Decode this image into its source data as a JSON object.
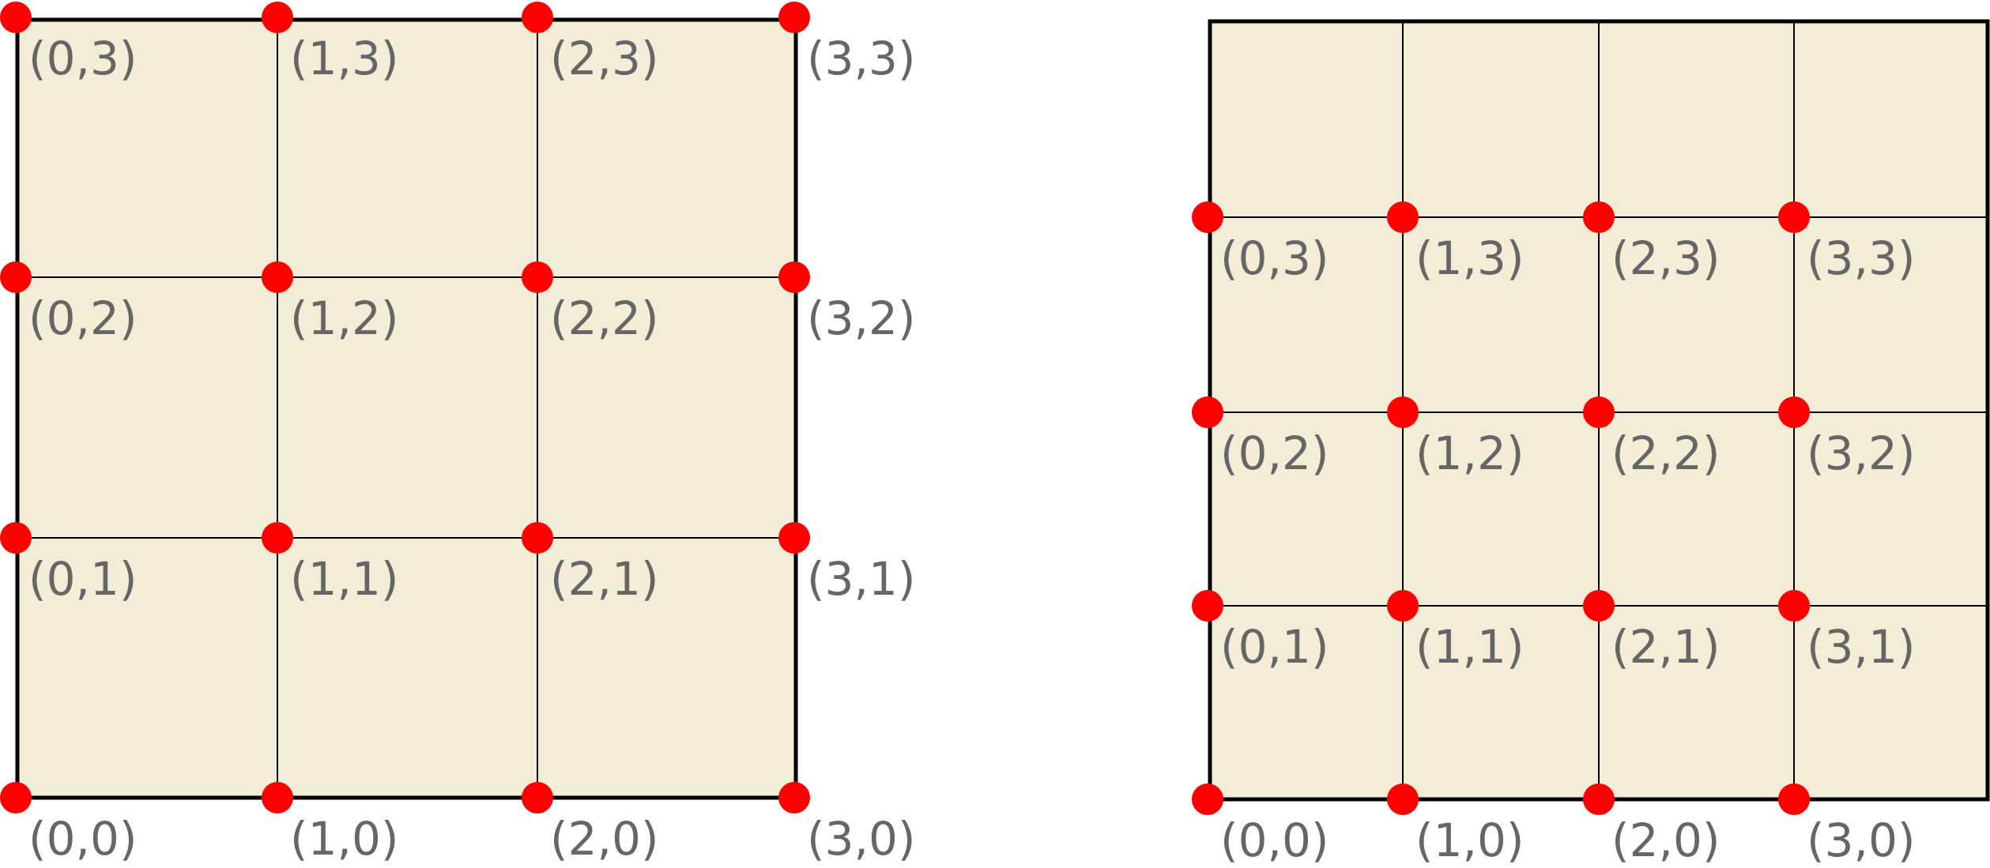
{
  "colors": {
    "panel_fill": "#f3ecd6",
    "grid_line": "#000000",
    "node": "#ff0000",
    "label": "#666666"
  },
  "diagrams": [
    {
      "id": "left",
      "nodes": [
        {
          "i": 0,
          "j": 0,
          "label": "(0,0)"
        },
        {
          "i": 1,
          "j": 0,
          "label": "(1,0)"
        },
        {
          "i": 2,
          "j": 0,
          "label": "(2,0)"
        },
        {
          "i": 3,
          "j": 0,
          "label": "(3,0)"
        },
        {
          "i": 0,
          "j": 1,
          "label": "(0,1)"
        },
        {
          "i": 1,
          "j": 1,
          "label": "(1,1)"
        },
        {
          "i": 2,
          "j": 1,
          "label": "(2,1)"
        },
        {
          "i": 3,
          "j": 1,
          "label": "(3,1)"
        },
        {
          "i": 0,
          "j": 2,
          "label": "(0,2)"
        },
        {
          "i": 1,
          "j": 2,
          "label": "(1,2)"
        },
        {
          "i": 2,
          "j": 2,
          "label": "(2,2)"
        },
        {
          "i": 3,
          "j": 2,
          "label": "(3,2)"
        },
        {
          "i": 0,
          "j": 3,
          "label": "(0,3)"
        },
        {
          "i": 1,
          "j": 3,
          "label": "(1,3)"
        },
        {
          "i": 2,
          "j": 3,
          "label": "(2,3)"
        },
        {
          "i": 3,
          "j": 3,
          "label": "(3,3)"
        }
      ]
    },
    {
      "id": "right",
      "nodes": [
        {
          "i": 0,
          "j": 0,
          "label": "(0,0)"
        },
        {
          "i": 1,
          "j": 0,
          "label": "(1,0)"
        },
        {
          "i": 2,
          "j": 0,
          "label": "(2,0)"
        },
        {
          "i": 3,
          "j": 0,
          "label": "(3,0)"
        },
        {
          "i": 0,
          "j": 1,
          "label": "(0,1)"
        },
        {
          "i": 1,
          "j": 1,
          "label": "(1,1)"
        },
        {
          "i": 2,
          "j": 1,
          "label": "(2,1)"
        },
        {
          "i": 3,
          "j": 1,
          "label": "(3,1)"
        },
        {
          "i": 0,
          "j": 2,
          "label": "(0,2)"
        },
        {
          "i": 1,
          "j": 2,
          "label": "(1,2)"
        },
        {
          "i": 2,
          "j": 2,
          "label": "(2,2)"
        },
        {
          "i": 3,
          "j": 2,
          "label": "(3,2)"
        },
        {
          "i": 0,
          "j": 3,
          "label": "(0,3)"
        },
        {
          "i": 1,
          "j": 3,
          "label": "(1,3)"
        },
        {
          "i": 2,
          "j": 3,
          "label": "(2,3)"
        },
        {
          "i": 3,
          "j": 3,
          "label": "(3,3)"
        }
      ]
    }
  ]
}
